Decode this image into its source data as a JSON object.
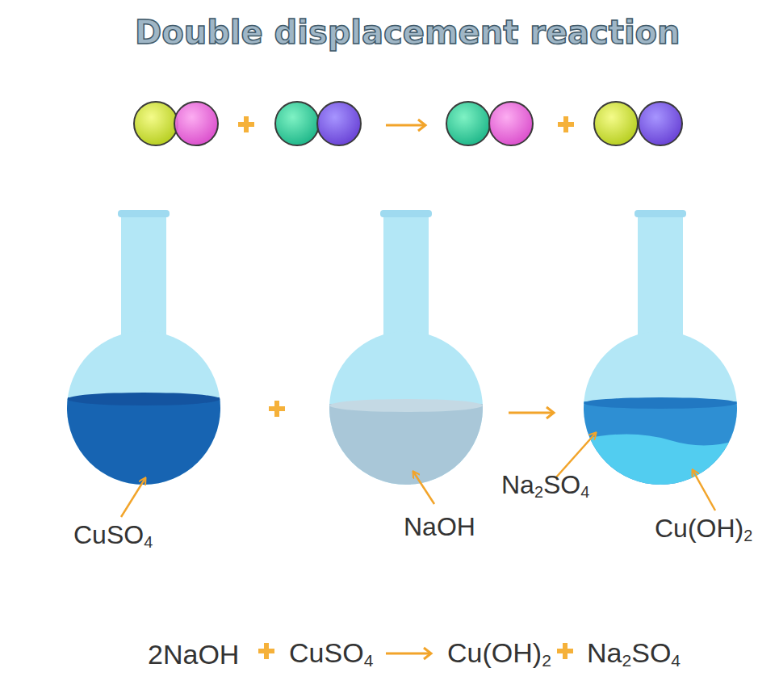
{
  "diagram": {
    "title": "Double displacement reaction",
    "labels": [
      "CuSO4",
      "NaOH",
      "Na2SO4",
      "Cu(OH)2",
      "2NaOH",
      "CuSO4",
      "Cu(OH)2",
      "Na2SO4"
    ]
  }
}
